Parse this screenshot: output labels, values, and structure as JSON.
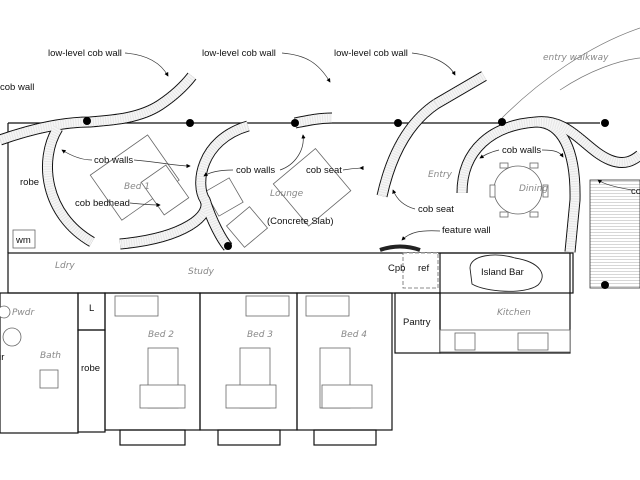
{
  "annotations": {
    "low_level_cob_wall_1": "low-level cob wall",
    "low_level_cob_wall_2": "low-level cob wall",
    "low_level_cob_wall_3": "low-level cob wall",
    "cob_wall_left": "cob wall",
    "entry_walkway": "entry walkway",
    "cob_walls_1": "cob walls",
    "cob_walls_2": "cob walls",
    "cob_walls_3": "cob walls",
    "cob_seat_1": "cob seat",
    "cob_seat_2": "cob seat",
    "cob_bedhead": "cob bedhead",
    "concrete_slab": "(Concrete Slab)",
    "feature_wall": "feature  wall",
    "cob_right_cut": "co"
  },
  "rooms": {
    "robe_1": "robe",
    "bed1": "Bed 1",
    "lounge": "Lounge",
    "entry": "Entry",
    "dining": "Dining",
    "wm": "wm",
    "ldry": "Ldry",
    "study": "Study",
    "cpb": "Cpb",
    "ref": "ref",
    "island_bar": "Island Bar",
    "kitchen": "Kitchen",
    "pantry": "Pantry",
    "linen": "L",
    "pwdr": "Pwdr",
    "bath": "Bath",
    "robe_2": "robe",
    "bed2": "Bed 2",
    "bed3": "Bed 3",
    "bed4": "Bed 4",
    "left_cut": "ur"
  }
}
